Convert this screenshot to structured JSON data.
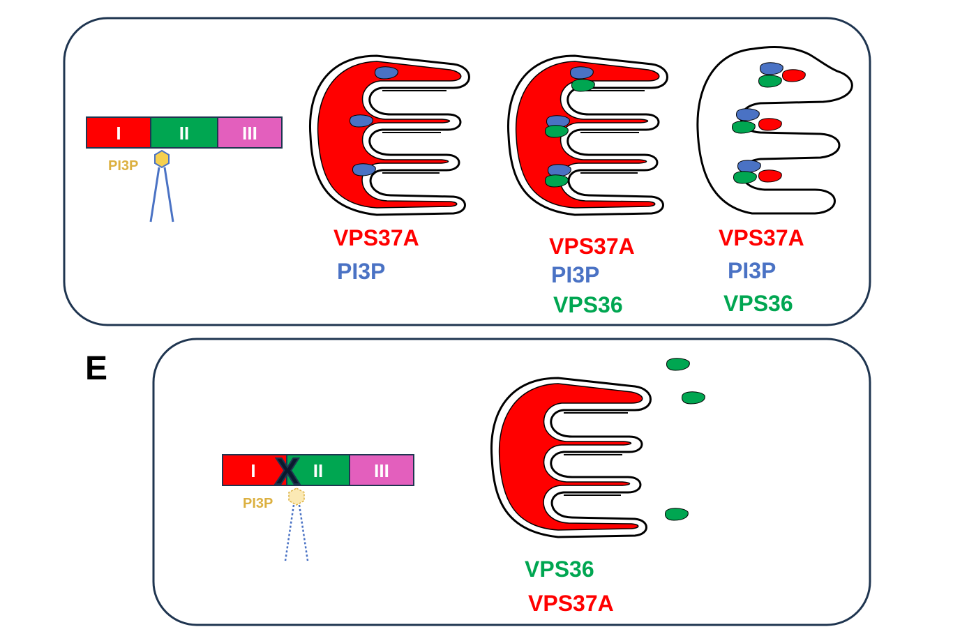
{
  "colors": {
    "red": "#ff0000",
    "green": "#00a651",
    "pink": "#e35fbd",
    "blue": "#4a72c4",
    "gold": "#dcb040",
    "panel_border": "#1f3550",
    "black": "#000000"
  },
  "panel_d": {
    "bar_segments": [
      "I",
      "II",
      "III"
    ],
    "lipid_label": "PI3P",
    "states": [
      {
        "labels": [
          "VPS37A",
          "PI3P"
        ]
      },
      {
        "labels": [
          "VPS37A",
          "PI3P",
          "VPS36"
        ]
      },
      {
        "labels": [
          "VPS37A",
          "PI3P",
          "VPS36"
        ]
      }
    ]
  },
  "panel_e": {
    "panel_letter": "E",
    "bar_segments": [
      "I",
      "II",
      "III"
    ],
    "lipid_label": "PI3P",
    "mutation_mark": "X",
    "labels": [
      "VPS36",
      "VPS37A"
    ]
  }
}
